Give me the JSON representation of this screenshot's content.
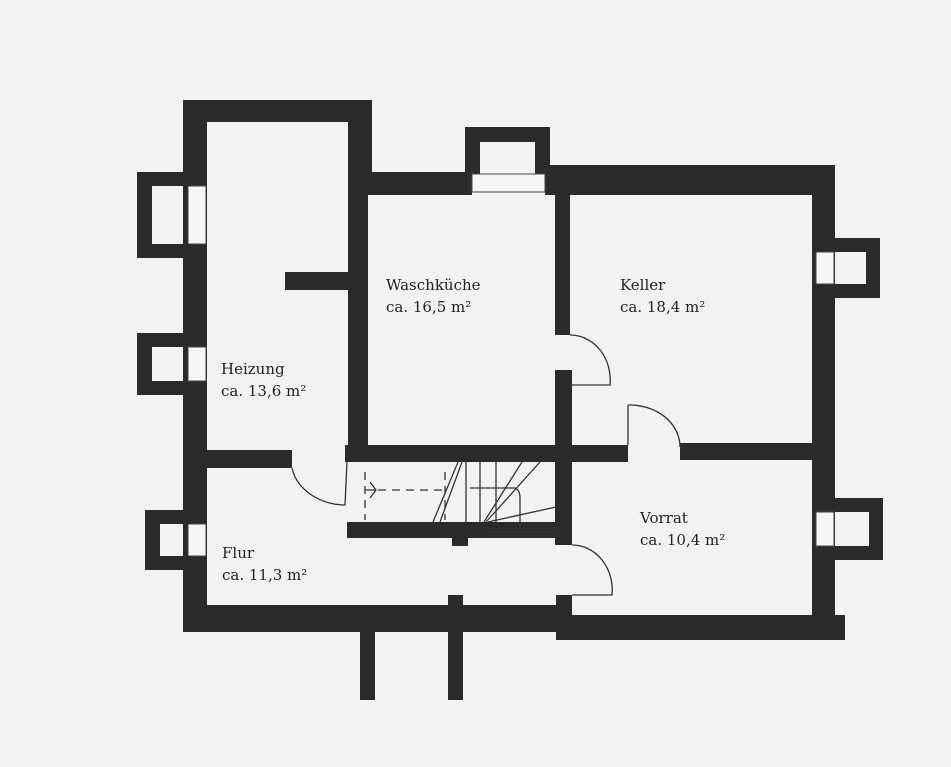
{
  "rooms": [
    {
      "name": "Waschküche",
      "area": "ca. 16,5 m²"
    },
    {
      "name": "Keller",
      "area": "ca. 18,4 m²"
    },
    {
      "name": "Heizung",
      "area": "ca. 13,6 m²"
    },
    {
      "name": "Vorrat",
      "area": "ca. 10,4 m²"
    },
    {
      "name": "Flur",
      "area": "ca. 11,3 m²"
    }
  ]
}
